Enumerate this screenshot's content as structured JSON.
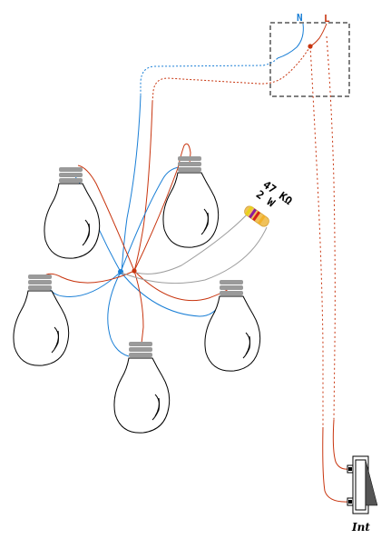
{
  "supply": {
    "neutral_label": "N",
    "line_label": "L"
  },
  "resistor": {
    "value_label": "47 KΩ",
    "power_label": "2 W"
  },
  "switch": {
    "label": "Int"
  },
  "colors": {
    "neutral": "#1a7fd6",
    "line": "#c8350f",
    "resistor_lead": "#9e9e9e",
    "outline": "#000000",
    "lamp_base": "#9a9a9a"
  },
  "icons": {
    "lamp": "light-bulb-icon",
    "resistor": "resistor-icon",
    "switch": "wall-switch-icon",
    "junction_box": "junction-box-icon"
  },
  "lamps_count_visible": 5
}
